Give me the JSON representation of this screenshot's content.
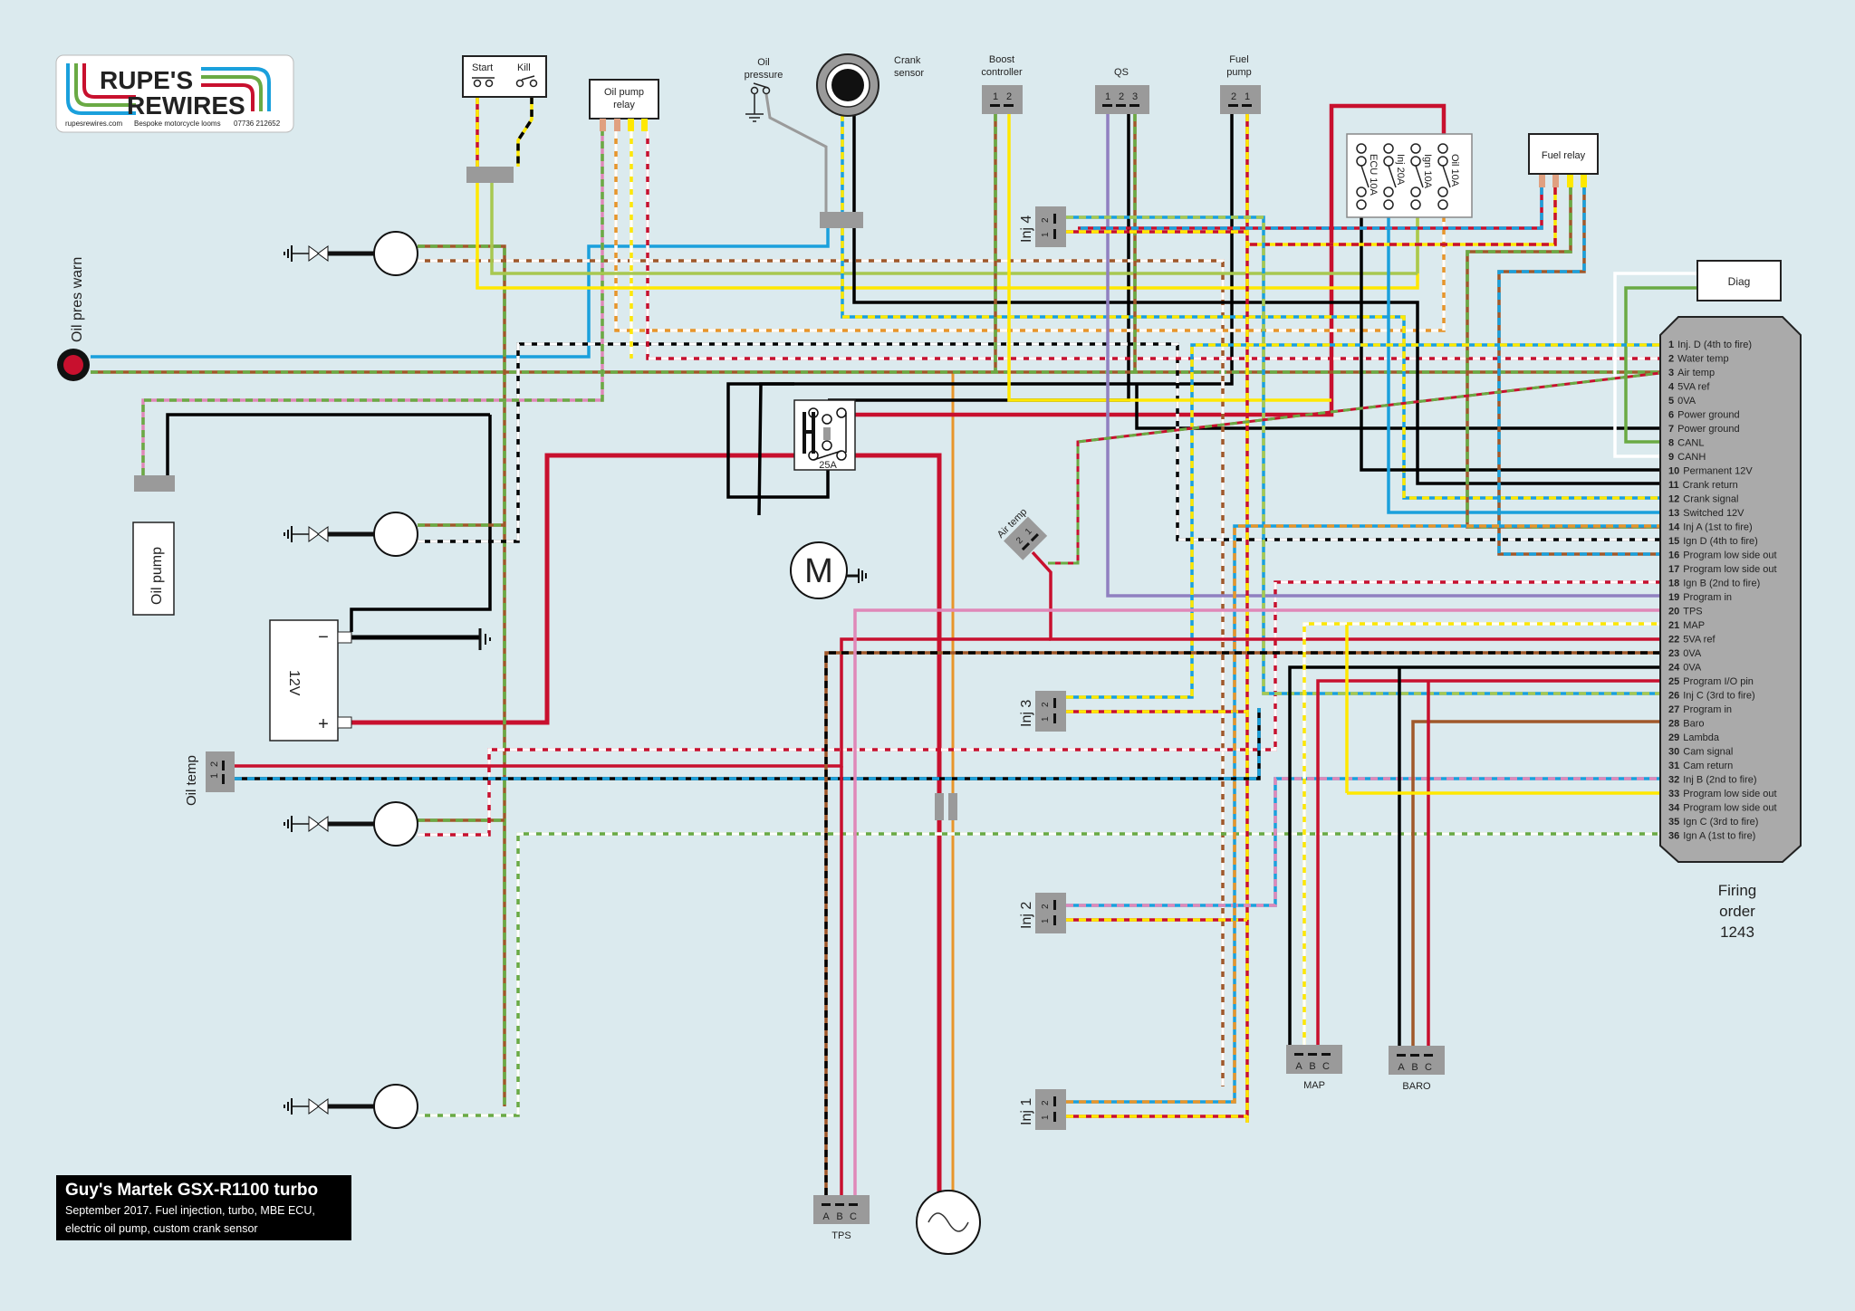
{
  "logo": {
    "line1": "RUPE'S",
    "line2": "REWIRES",
    "website": "rupesrewires.com",
    "tagline": "Bespoke motorcycle looms",
    "phone": "07736 212652"
  },
  "title_block": {
    "title": "Guy's Martek GSX-R1100 turbo",
    "subtitle_line1": "September 2017. Fuel injection, turbo, MBE ECU,",
    "subtitle_line2": "electric oil pump, custom crank sensor"
  },
  "components": {
    "start_kill": {
      "start": "Start",
      "kill": "Kill"
    },
    "oil_pump_relay": {
      "line1": "Oil pump",
      "line2": "relay"
    },
    "oil_pressure": {
      "line1": "Oil",
      "line2": "pressure"
    },
    "crank_sensor": {
      "line1": "Crank",
      "line2": "sensor"
    },
    "boost_controller": {
      "line1": "Boost",
      "line2": "controller",
      "pins": [
        "1",
        "2"
      ]
    },
    "qs": {
      "label": "QS",
      "pins": [
        "1",
        "2",
        "3"
      ]
    },
    "fuel_pump": {
      "line1": "Fuel",
      "line2": "pump",
      "pins": [
        "2",
        "1"
      ]
    },
    "fuse_box": {
      "fuses": [
        "ECU 10A",
        "Inj 20A",
        "Ign 10A",
        "Oil 10A"
      ]
    },
    "fuel_relay": "Fuel relay",
    "diag": "Diag",
    "oil_pres_warn": "Oil pres warn",
    "oil_pump": "Oil pump",
    "battery": {
      "label": "12V",
      "neg": "−",
      "pos": "+"
    },
    "oil_temp": {
      "label": "Oil temp",
      "pins": [
        "1",
        "2"
      ]
    },
    "starter_relay": {
      "fuse": "25A"
    },
    "starter_motor": "M",
    "air_temp": {
      "label": "Air temp",
      "pins": [
        "2",
        "1"
      ]
    },
    "injectors": [
      {
        "label": "Inj 4",
        "pins": [
          "1",
          "2"
        ]
      },
      {
        "label": "Inj 3",
        "pins": [
          "1",
          "2"
        ]
      },
      {
        "label": "Inj 2",
        "pins": [
          "1",
          "2"
        ]
      },
      {
        "label": "Inj 1",
        "pins": [
          "1",
          "2"
        ]
      }
    ],
    "tps": {
      "label": "TPS",
      "pins": [
        "A",
        "B",
        "C"
      ]
    },
    "map": {
      "label": "MAP",
      "pins": [
        "A",
        "B",
        "C"
      ]
    },
    "baro": {
      "label": "BARO",
      "pins": [
        "A",
        "B",
        "C"
      ]
    },
    "firing_order": {
      "line1": "Firing",
      "line2": "order",
      "line3": "1243"
    }
  },
  "ecu_pins": [
    {
      "num": "1",
      "label": "Inj. D (4th to fire)"
    },
    {
      "num": "2",
      "label": "Water temp"
    },
    {
      "num": "3",
      "label": "Air temp"
    },
    {
      "num": "4",
      "label": "5VA ref"
    },
    {
      "num": "5",
      "label": "0VA"
    },
    {
      "num": "6",
      "label": "Power ground"
    },
    {
      "num": "7",
      "label": "Power ground"
    },
    {
      "num": "8",
      "label": "CANL"
    },
    {
      "num": "9",
      "label": "CANH"
    },
    {
      "num": "10",
      "label": "Permanent 12V"
    },
    {
      "num": "11",
      "label": "Crank return"
    },
    {
      "num": "12",
      "label": "Crank signal"
    },
    {
      "num": "13",
      "label": "Switched 12V"
    },
    {
      "num": "14",
      "label": "Inj A (1st to fire)"
    },
    {
      "num": "15",
      "label": "Ign D (4th to fire)"
    },
    {
      "num": "16",
      "label": "Program low side out"
    },
    {
      "num": "17",
      "label": "Program low side out"
    },
    {
      "num": "18",
      "label": "Ign B (2nd to fire)"
    },
    {
      "num": "19",
      "label": "Program in"
    },
    {
      "num": "20",
      "label": "TPS"
    },
    {
      "num": "21",
      "label": "MAP"
    },
    {
      "num": "22",
      "label": "5VA ref"
    },
    {
      "num": "23",
      "label": "0VA"
    },
    {
      "num": "24",
      "label": "0VA"
    },
    {
      "num": "25",
      "label": "Program I/O pin"
    },
    {
      "num": "26",
      "label": "Inj C (3rd to fire)"
    },
    {
      "num": "27",
      "label": "Program in"
    },
    {
      "num": "28",
      "label": "Baro"
    },
    {
      "num": "29",
      "label": "Lambda"
    },
    {
      "num": "30",
      "label": "Cam signal"
    },
    {
      "num": "31",
      "label": "Cam return"
    },
    {
      "num": "32",
      "label": "Inj B (2nd to fire)"
    },
    {
      "num": "33",
      "label": "Program low side out"
    },
    {
      "num": "34",
      "label": "Program low side out"
    },
    {
      "num": "35",
      "label": "Ign C (3rd to fire)"
    },
    {
      "num": "36",
      "label": "Ign A (1st to fire)"
    }
  ],
  "colors": {
    "background": "#dbeaee",
    "red": "#c8102e",
    "black": "#000000",
    "blue": "#1aa0dc",
    "yellow": "#ffe800",
    "green": "#6aaa44",
    "brown": "#a0582a",
    "orange": "#e8952a",
    "pink": "#e088b8",
    "purple": "#9080c0",
    "grey": "#9a9a9a",
    "lime": "#a8c850",
    "white": "#ffffff"
  }
}
